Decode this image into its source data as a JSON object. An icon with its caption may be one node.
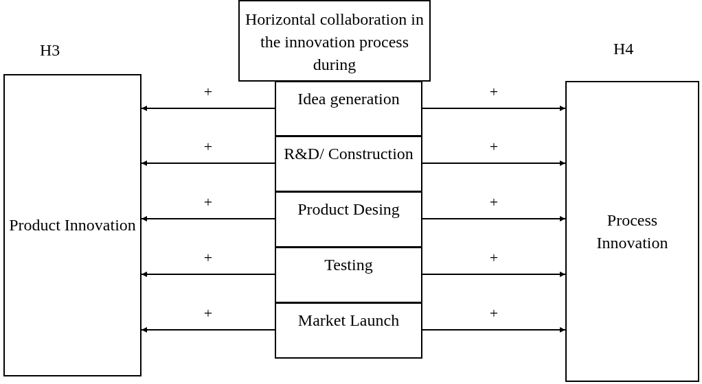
{
  "diagram": {
    "nodes": [
      {
        "text": [
          "Horizontal collaboration in the innovation process during"
        ]
      },
      {
        "text": [
          "Idea generation"
        ]
      },
      {
        "text": [
          "R&D/ Construction"
        ]
      },
      {
        "text": [
          "Product Desing"
        ]
      },
      {
        "text": [
          "Testing"
        ]
      },
      {
        "text": [
          "Market Launch"
        ]
      },
      {
        "text": [
          "Product Innovation"
        ],
        "beside": [
          "H3"
        ]
      },
      {
        "text": [
          "Process Innovation"
        ],
        "beside": [
          "H4"
        ]
      }
    ],
    "edges": [
      {
        "from": 1,
        "to": 6,
        "arrow": "to",
        "label": "+"
      },
      {
        "from": 1,
        "to": 7,
        "arrow": "to",
        "label": "+"
      },
      {
        "from": 2,
        "to": 6,
        "arrow": "to",
        "label": "+"
      },
      {
        "from": 2,
        "to": 7,
        "arrow": "to",
        "label": "+"
      },
      {
        "from": 3,
        "to": 6,
        "arrow": "to",
        "label": "+"
      },
      {
        "from": 3,
        "to": 7,
        "arrow": "to",
        "label": "+"
      },
      {
        "from": 4,
        "to": 6,
        "arrow": "to",
        "label": "+"
      },
      {
        "from": 4,
        "to": 7,
        "arrow": "to",
        "label": "+"
      },
      {
        "from": 5,
        "to": 6,
        "arrow": "to",
        "label": "+"
      },
      {
        "from": 5,
        "to": 7,
        "arrow": "to",
        "label": "+"
      }
    ]
  }
}
